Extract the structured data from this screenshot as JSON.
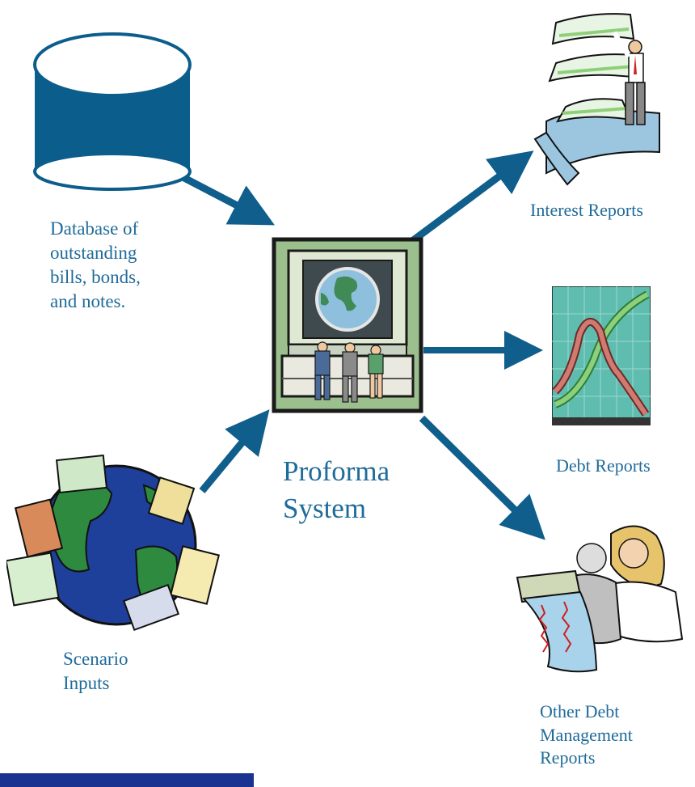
{
  "colors": {
    "arrow": "#0f5e8c",
    "label_text": "#1f6b9a",
    "database_fill": "#0b5d8b",
    "footer_bar": "#1a3290"
  },
  "nodes": {
    "database": {
      "icon": "database-cylinder-icon",
      "lines": [
        "Database of",
        "outstanding",
        "bills, bonds,",
        "and notes."
      ]
    },
    "scenario": {
      "icon": "globe-with-money-icon",
      "lines": [
        "Scenario",
        "Inputs"
      ]
    },
    "center": {
      "icon": "monitor-with-people-icon",
      "lines": [
        "Proforma",
        "System"
      ]
    },
    "interest": {
      "icon": "printout-with-man-icon",
      "lines": [
        "Interest Reports"
      ]
    },
    "debt": {
      "icon": "line-chart-icon",
      "lines": [
        "Debt Reports"
      ]
    },
    "other": {
      "icon": "people-reading-printout-icon",
      "lines": [
        "Other Debt",
        "Management",
        "Reports"
      ]
    }
  },
  "edges": [
    {
      "from": "database",
      "to": "center"
    },
    {
      "from": "scenario",
      "to": "center"
    },
    {
      "from": "center",
      "to": "interest"
    },
    {
      "from": "center",
      "to": "debt"
    },
    {
      "from": "center",
      "to": "other"
    }
  ]
}
